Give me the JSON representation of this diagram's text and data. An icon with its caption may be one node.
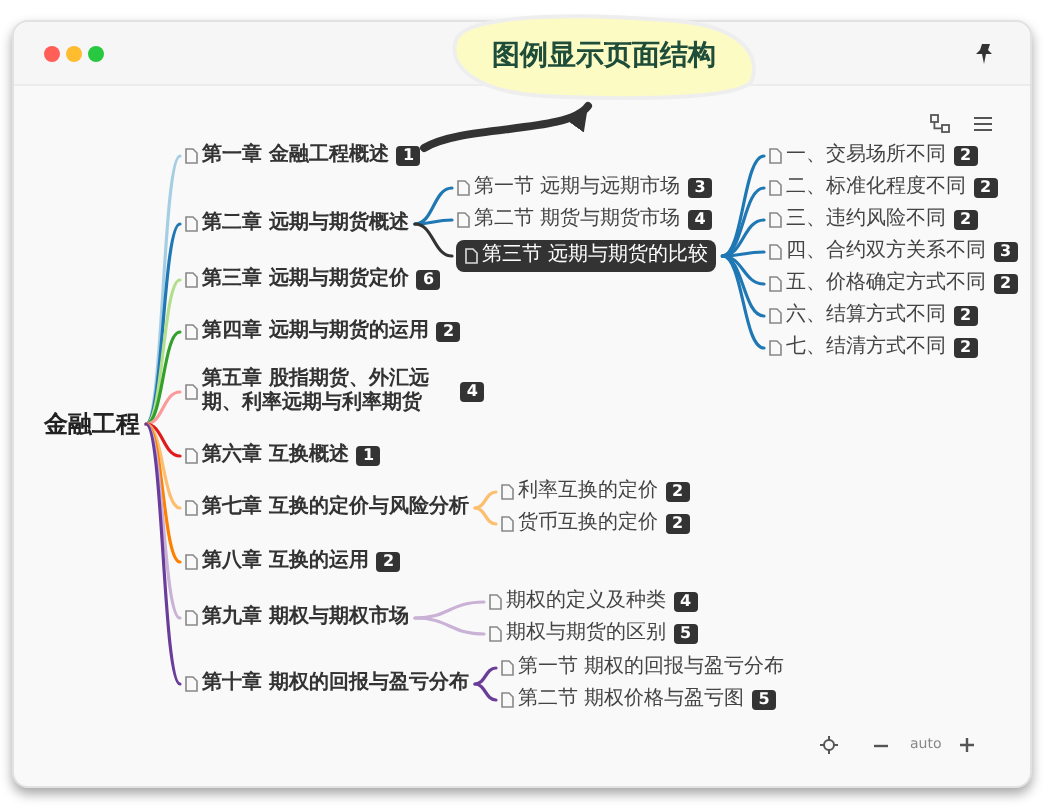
{
  "diagram": {
    "nodes": [
      {
        "text": [
          "图例显示页面结构"
        ]
      },
      {
        "text": [
          "金融工程"
        ]
      },
      {
        "text": [
          "第一章 金融工程概述",
          "1"
        ]
      },
      {
        "text": [
          "第二章 远期与期货概述"
        ]
      },
      {
        "text": [
          "第三章 远期与期货定价",
          "6"
        ]
      },
      {
        "text": [
          "第四章 远期与期货的运用",
          "2"
        ]
      },
      {
        "text": [
          "第五章 股指期货、外汇远期、利率远期与利率期货",
          "4"
        ]
      },
      {
        "text": [
          "第六章 互换概述",
          "1"
        ]
      },
      {
        "text": [
          "第七章 互换的定价与风险分析"
        ]
      },
      {
        "text": [
          "第八章 互换的运用",
          "2"
        ]
      },
      {
        "text": [
          "第九章 期权与期权市场"
        ]
      },
      {
        "text": [
          "第十章 期权的回报与盈亏分布"
        ]
      },
      {
        "text": [
          "第一节 远期与远期市场",
          "3"
        ]
      },
      {
        "text": [
          "第二节 期货与期货市场",
          "4"
        ]
      },
      {
        "text": [
          "第三节 远期与期货的比较"
        ]
      },
      {
        "text": [
          "一、交易场所不同",
          "2"
        ]
      },
      {
        "text": [
          "二、标准化程度不同",
          "2"
        ]
      },
      {
        "text": [
          "三、违约风险不同",
          "2"
        ]
      },
      {
        "text": [
          "四、合约双方关系不同",
          "3"
        ]
      },
      {
        "text": [
          "五、价格确定方式不同",
          "2"
        ]
      },
      {
        "text": [
          "六、结算方式不同",
          "2"
        ]
      },
      {
        "text": [
          "七、结清方式不同",
          "2"
        ]
      },
      {
        "text": [
          "利率互换的定价",
          "2"
        ]
      },
      {
        "text": [
          "货币互换的定价",
          "2"
        ]
      },
      {
        "text": [
          "期权的定义及种类",
          "4"
        ]
      },
      {
        "text": [
          "期权与期货的区别",
          "5"
        ]
      },
      {
        "text": [
          "第一节 期权的回报与盈亏分布"
        ]
      },
      {
        "text": [
          "第二节 期权价格与盈亏图",
          "5"
        ]
      }
    ],
    "edges": [
      {
        "from": 2,
        "to": 0,
        "arrow": "to",
        "style": "thick",
        "color": "#333333"
      },
      {
        "from": 1,
        "to": 2,
        "arrow": "none",
        "color": "#a6cee3"
      },
      {
        "from": 1,
        "to": 3,
        "arrow": "none",
        "color": "#1f78b4"
      },
      {
        "from": 1,
        "to": 4,
        "arrow": "none",
        "color": "#b2df8a"
      },
      {
        "from": 1,
        "to": 5,
        "arrow": "none",
        "color": "#33a02c"
      },
      {
        "from": 1,
        "to": 6,
        "arrow": "none",
        "color": "#fb9a99"
      },
      {
        "from": 1,
        "to": 7,
        "arrow": "none",
        "color": "#e31a1c"
      },
      {
        "from": 1,
        "to": 8,
        "arrow": "none",
        "color": "#fdbf6f"
      },
      {
        "from": 1,
        "to": 9,
        "arrow": "none",
        "color": "#ff7f00"
      },
      {
        "from": 1,
        "to": 10,
        "arrow": "none",
        "color": "#cab2d6"
      },
      {
        "from": 1,
        "to": 11,
        "arrow": "none",
        "color": "#6a3d9a"
      },
      {
        "from": 3,
        "to": 12,
        "arrow": "none",
        "color": "#1f78b4"
      },
      {
        "from": 3,
        "to": 13,
        "arrow": "none",
        "color": "#1f78b4"
      },
      {
        "from": 3,
        "to": 14,
        "arrow": "none",
        "color": "#333333"
      },
      {
        "from": 14,
        "to": 15,
        "arrow": "none",
        "color": "#1f78b4"
      },
      {
        "from": 14,
        "to": 16,
        "arrow": "none",
        "color": "#1f78b4"
      },
      {
        "from": 14,
        "to": 17,
        "arrow": "none",
        "color": "#1f78b4"
      },
      {
        "from": 14,
        "to": 18,
        "arrow": "none",
        "color": "#1f78b4"
      },
      {
        "from": 14,
        "to": 19,
        "arrow": "none",
        "color": "#1f78b4"
      },
      {
        "from": 14,
        "to": 20,
        "arrow": "none",
        "color": "#1f78b4"
      },
      {
        "from": 14,
        "to": 21,
        "arrow": "none",
        "color": "#1f78b4"
      },
      {
        "from": 8,
        "to": 22,
        "arrow": "none",
        "color": "#fdbf6f"
      },
      {
        "from": 8,
        "to": 23,
        "arrow": "none",
        "color": "#fdbf6f"
      },
      {
        "from": 10,
        "to": 24,
        "arrow": "none",
        "color": "#cab2d6"
      },
      {
        "from": 10,
        "to": 25,
        "arrow": "none",
        "color": "#cab2d6"
      },
      {
        "from": 11,
        "to": 26,
        "arrow": "none",
        "color": "#6a3d9a"
      },
      {
        "from": 11,
        "to": 27,
        "arrow": "none",
        "color": "#6a3d9a"
      }
    ],
    "labels": [
      "auto"
    ]
  }
}
